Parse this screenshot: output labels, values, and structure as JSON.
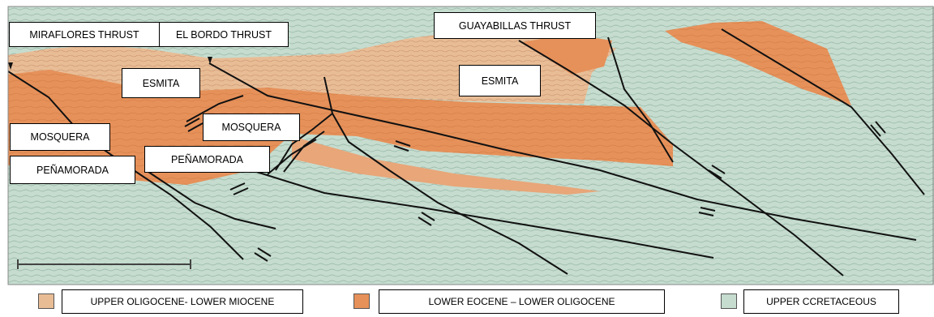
{
  "labels": {
    "miraflores_thrust": "MIRAFLORES THRUST",
    "el_bordo_thrust": "EL BORDO THRUST",
    "guayabillas_thrust": "GUAYABILLAS THRUST",
    "esmita_left": "ESMITA",
    "esmita_right": "ESMITA",
    "mosquera_left": "MOSQUERA",
    "mosquera_center": "MOSQUERA",
    "penamorada_left": "PEÑAMORADA",
    "penamorada_center": "PEÑAMORADA"
  },
  "legend": [
    {
      "label": "UPPER OLIGOCENE- LOWER MIOCENE",
      "color": "#e8bd96"
    },
    {
      "label": "LOWER EOCENE – LOWER OLIGOCENE",
      "color": "#e6915a"
    },
    {
      "label": "UPPER CCRETACEOUS",
      "color": "#c5dccf"
    }
  ],
  "colors": {
    "upper_cretaceous": "#c5dccf",
    "lower_eocene_lower_oligocene": "#e6915a",
    "upper_oligocene_lower_miocene": "#e8bd96",
    "fault_line": "#111111"
  }
}
